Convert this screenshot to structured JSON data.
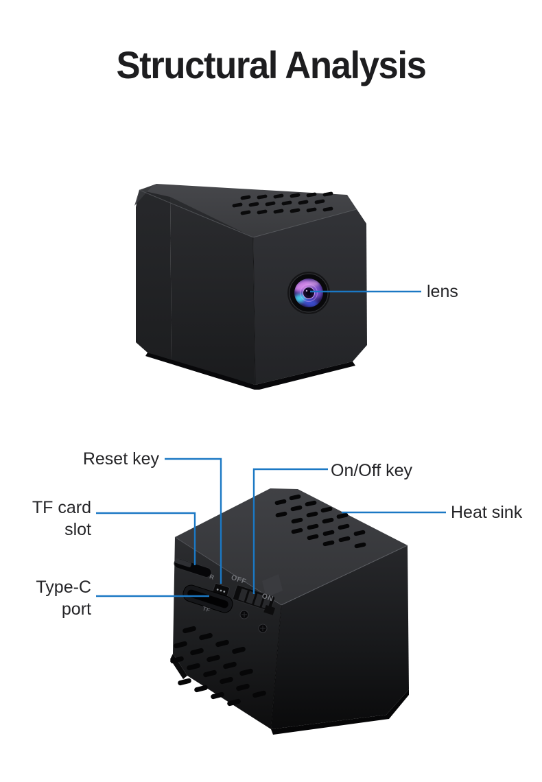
{
  "title": "Structural Analysis",
  "colors": {
    "accent_line": "#1b78c4",
    "label_text": "#242427",
    "title_text": "#1d1d1f",
    "device_body": "#232428",
    "lens_iridescence": [
      "#d487e8",
      "#45d6ee",
      "#3b55e0",
      "#8a5ae0"
    ]
  },
  "callouts": {
    "lens": "lens",
    "reset_key": "Reset key",
    "on_off_key": "On/Off key",
    "tf_card_slot_line1": "TF card",
    "tf_card_slot_line2": "slot",
    "heat_sink": "Heat sink",
    "type_c_port_line1": "Type-C",
    "type_c_port_line2": "port"
  },
  "device_markings": {
    "reset": "R",
    "off": "OFF",
    "on": "ON",
    "tf": "TF"
  }
}
